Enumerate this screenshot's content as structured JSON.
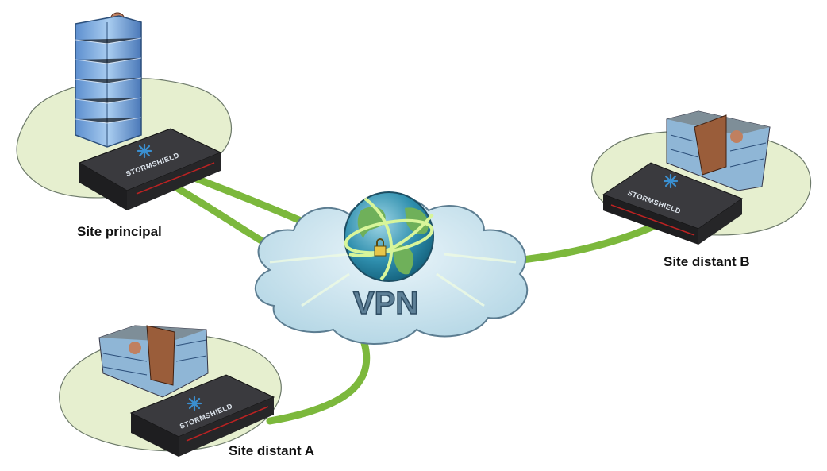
{
  "diagram": {
    "center_label": "VPN",
    "brand": "STORMSHIELD",
    "sites": [
      {
        "label": "Site principal",
        "building": "tower"
      },
      {
        "label": "Site distant B",
        "building": "office"
      },
      {
        "label": "Site distant A",
        "building": "office"
      }
    ],
    "colors": {
      "link": "#7cb83c",
      "island": "#e6efcf",
      "cloud": "#c9e3ee",
      "device": "#2a2a2c"
    }
  }
}
